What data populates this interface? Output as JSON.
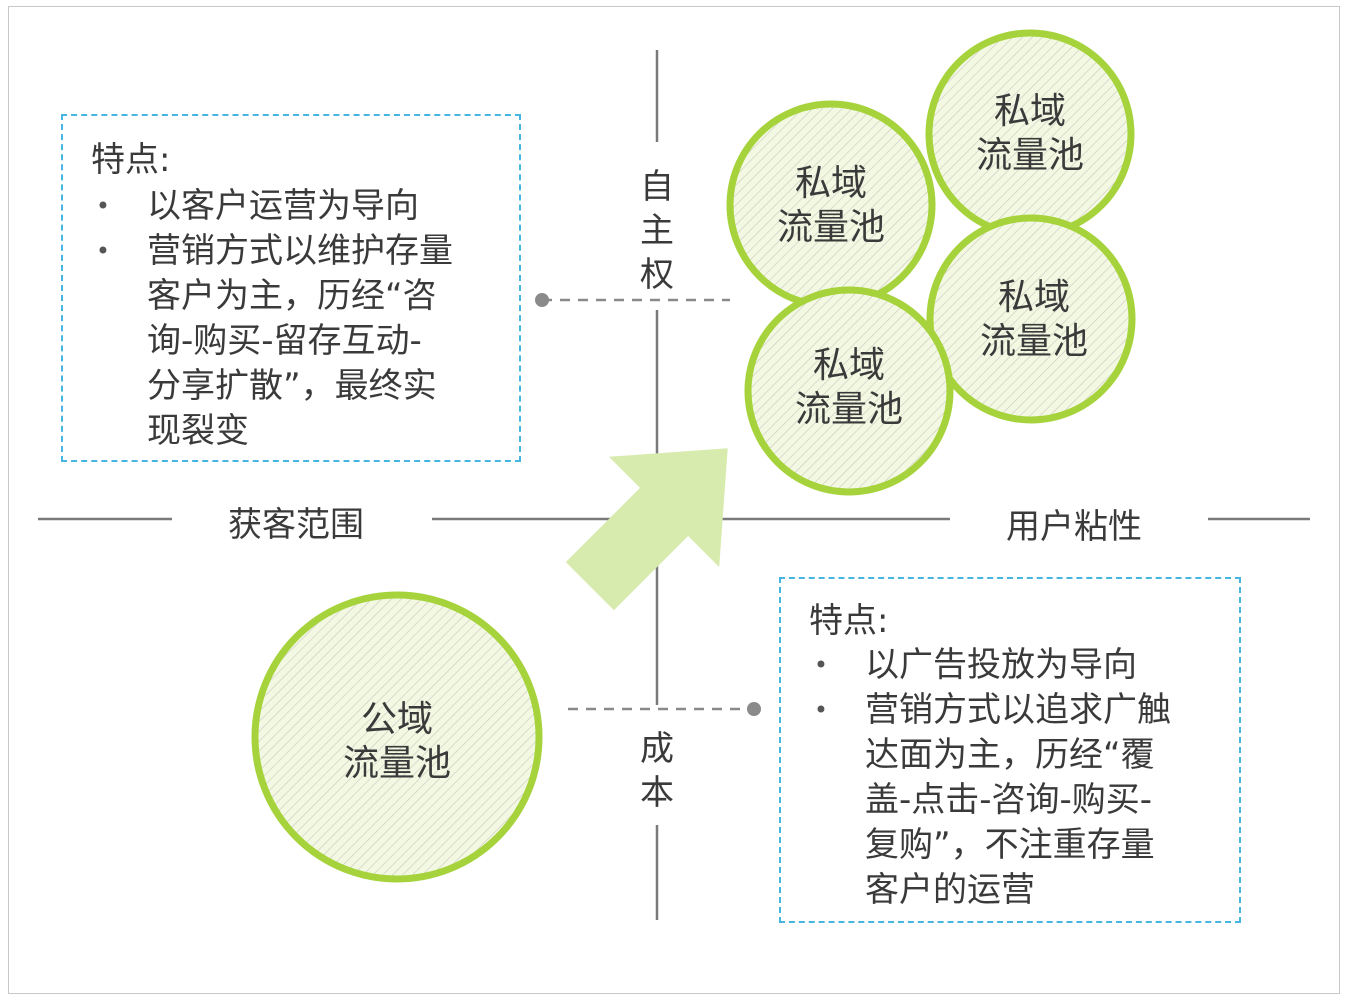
{
  "axes": {
    "left_label": "获客范围",
    "right_label": "用户粘性",
    "top_label": "自主权",
    "bottom_label": "成本"
  },
  "private_pool_label": [
    "私域",
    "流量池"
  ],
  "public_pool_label": [
    "公域",
    "流量池"
  ],
  "top_note": {
    "title": "特点:",
    "bullets": [
      [
        "以客户运营为导向"
      ],
      [
        "营销方式以维护存量",
        "客户为主，历经“咨",
        "询-购买-留存互动-",
        "分享扩散”，最终实",
        "现裂变"
      ]
    ]
  },
  "bottom_note": {
    "title": "特点:",
    "bullets": [
      [
        "以广告投放为导向"
      ],
      [
        "营销方式以追求广触",
        "达面为主，历经“覆",
        "盖-点击-咨询-购买-",
        "复购”，不注重存量",
        "客户的运营"
      ]
    ]
  },
  "bullet_symbol": "•",
  "colors": {
    "circle_stroke": "#a6d33c",
    "circle_fill": "#f1f7de",
    "arrow": "#d8ebae",
    "note_border": "#46b6e0",
    "axis": "#7a7a7a"
  }
}
